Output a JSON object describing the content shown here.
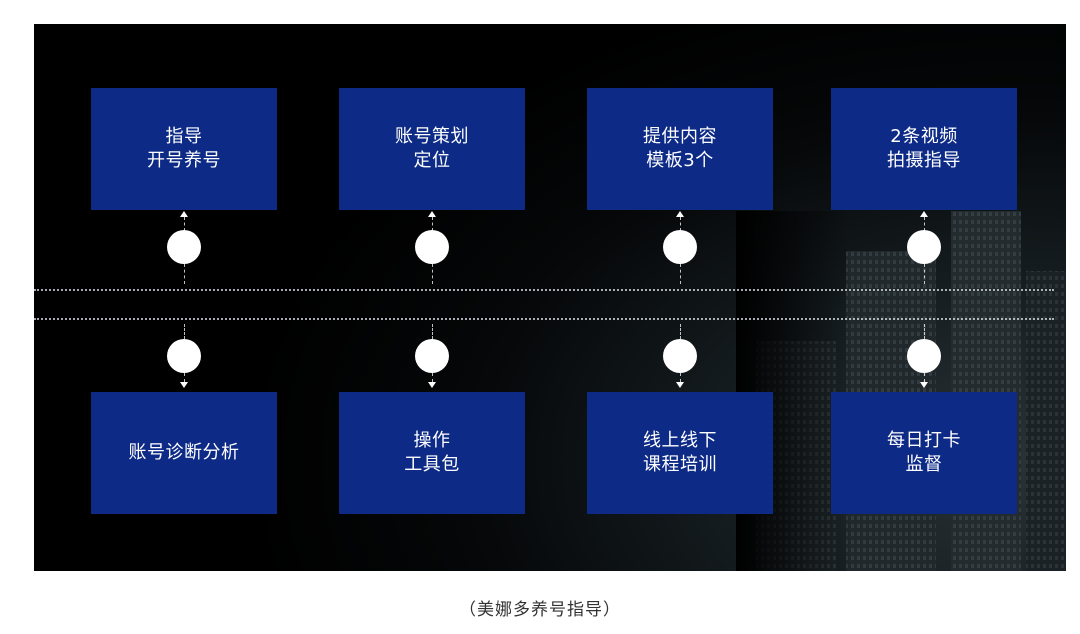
{
  "top_row": [
    {
      "lines": [
        "指导",
        "开号养号"
      ]
    },
    {
      "lines": [
        "账号策划",
        "定位"
      ]
    },
    {
      "lines": [
        "提供内容",
        "模板3个"
      ]
    },
    {
      "lines": [
        "2条视频",
        "拍摄指导"
      ]
    }
  ],
  "bottom_row": [
    {
      "lines": [
        "账号诊断分析"
      ]
    },
    {
      "lines": [
        "操作",
        "工具包"
      ]
    },
    {
      "lines": [
        "线上线下",
        "课程培训"
      ]
    },
    {
      "lines": [
        "每日打卡",
        "监督"
      ]
    }
  ],
  "caption": "（美娜多养号指导）",
  "colors": {
    "card_fill": "#0c2a86",
    "background": "#000000",
    "dot": "#ffffff"
  }
}
